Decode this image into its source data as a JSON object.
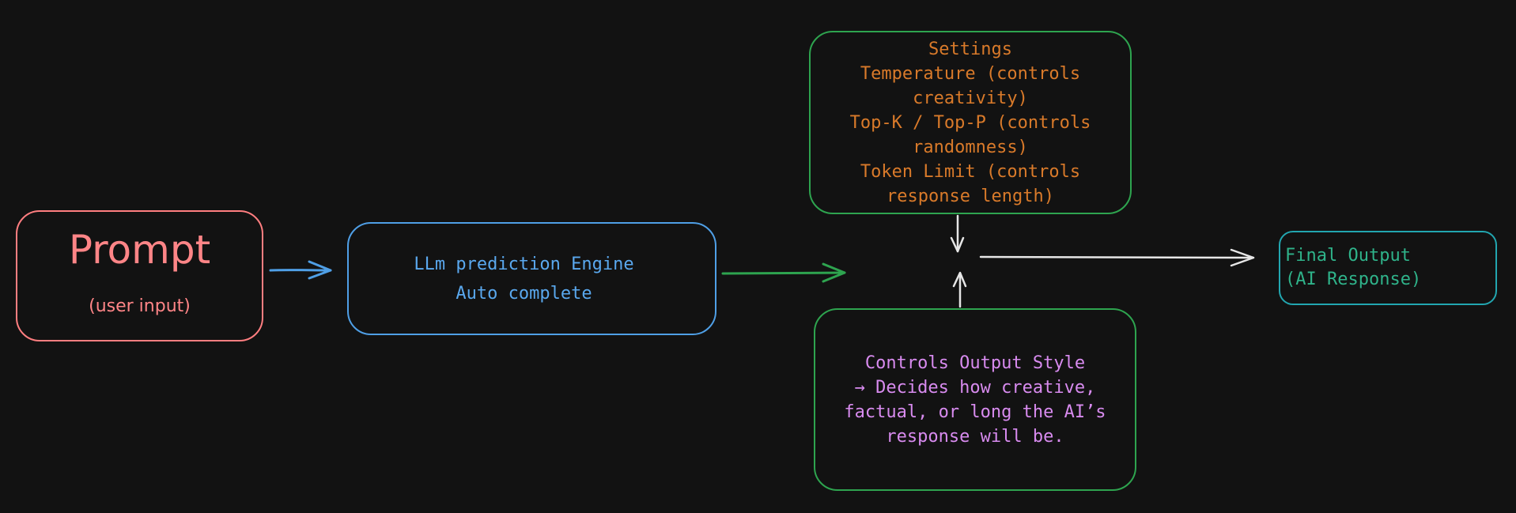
{
  "colors": {
    "background": "#121212",
    "prompt": "#ff7e80",
    "llm": "#4f9fe6",
    "settings_border": "#2ea44f",
    "settings_text": "#d97a2a",
    "controls_text": "#d88bef",
    "final_border": "#22a6b0",
    "final_text": "#2fb38a",
    "connector_light": "#e6e6e6"
  },
  "prompt_box": {
    "title": "Prompt",
    "subtitle": "(user input)"
  },
  "llm_box": {
    "lines": [
      "LLm prediction Engine",
      "Auto complete"
    ]
  },
  "settings_box": {
    "lines": [
      "Settings",
      "Temperature (controls",
      "creativity)",
      "Top-K / Top-P (controls",
      "randomness)",
      "Token Limit (controls",
      "response length)"
    ]
  },
  "controls_box": {
    "lines": [
      "Controls Output Style",
      "→ Decides how creative,",
      "factual, or long the AI’s",
      "response will be."
    ]
  },
  "final_box": {
    "lines": [
      "Final Output",
      "(AI Response)"
    ]
  }
}
